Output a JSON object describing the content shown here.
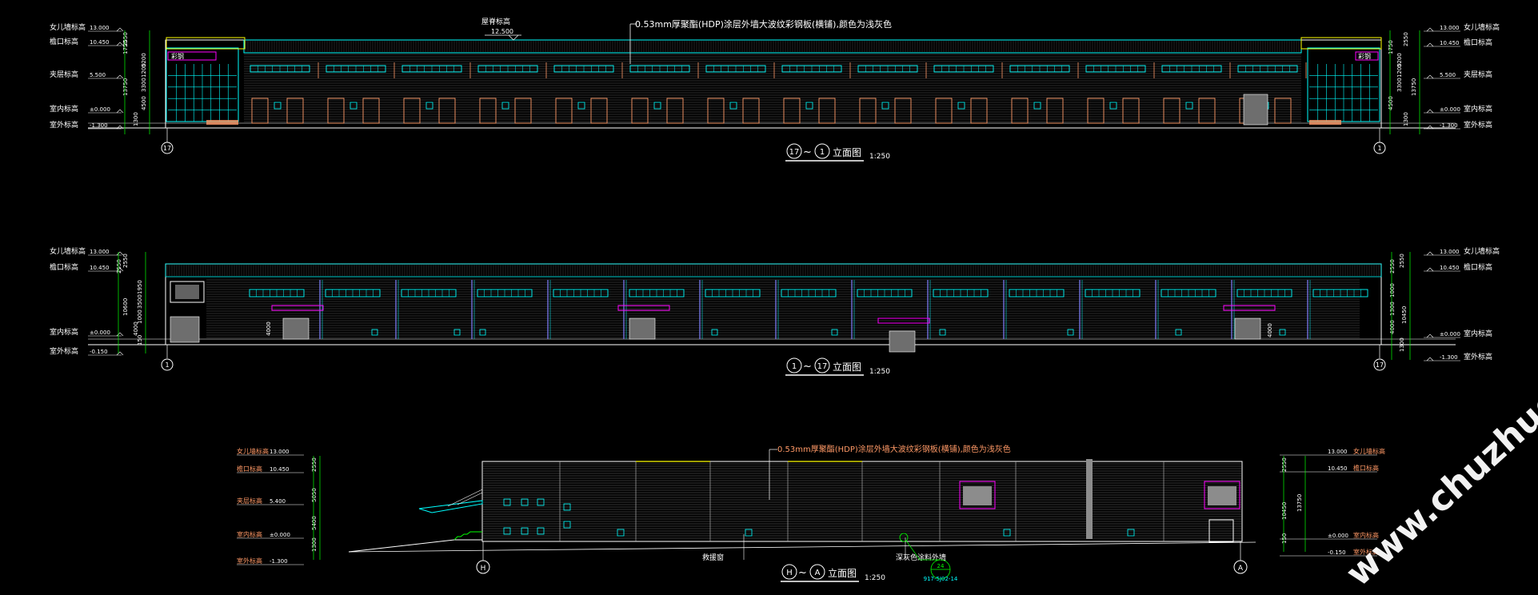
{
  "elevation_1": {
    "left_levels": [
      {
        "name": "女儿墙标高",
        "value": "13.000"
      },
      {
        "name": "檐口标高",
        "value": "10.450"
      },
      {
        "name": "夹层标高",
        "value": "5.500"
      },
      {
        "name": "室内标高",
        "value": "±0.000"
      },
      {
        "name": "室外标高",
        "value": "-1.300"
      }
    ],
    "right_levels": [
      {
        "name": "女儿墙标高",
        "value": "13.000"
      },
      {
        "name": "檐口标高",
        "value": "10.450"
      },
      {
        "name": "夹层标高",
        "value": "5.500"
      },
      {
        "name": "室内标高",
        "value": "±0.000"
      },
      {
        "name": "室外标高",
        "value": "-1.300"
      }
    ],
    "left_dims": [
      "2550",
      "1750",
      "5200",
      "1200",
      "3300",
      "4500",
      "1300",
      "13750"
    ],
    "right_dims": [
      "1750",
      "2550",
      "5200",
      "1200",
      "3300",
      "4500",
      "1300",
      "13750"
    ],
    "ridge_label": "屋脊标高",
    "ridge_value": "12.500",
    "note": "0.53mm厚聚酯(HDP)涂层外墙大波纹彩钢板(横铺),颜色为浅灰色",
    "axis_left": "17",
    "axis_right": "1",
    "title_from": "17",
    "title_to": "1",
    "title_suffix": "立面图",
    "scale": "1:250",
    "sign": "彩钢"
  },
  "elevation_2": {
    "left_levels": [
      {
        "name": "女儿墙标高",
        "value": "13.000"
      },
      {
        "name": "檐口标高",
        "value": "10.450"
      },
      {
        "name": "室内标高",
        "value": "±0.000"
      },
      {
        "name": "室外标高",
        "value": "-0.150"
      }
    ],
    "right_levels": [
      {
        "name": "女儿墙标高",
        "value": "13.000"
      },
      {
        "name": "檐口标高",
        "value": "10.450"
      },
      {
        "name": "室内标高",
        "value": "±0.000"
      },
      {
        "name": "室外标高",
        "value": "-1.300"
      }
    ],
    "left_dims": [
      "2550",
      "2550",
      "1950",
      "3500",
      "1000",
      "4000",
      "150",
      "10600"
    ],
    "right_dims": [
      "2550",
      "2550",
      "1000",
      "1300",
      "4000",
      "10450",
      "1300"
    ],
    "door_dim": "4000",
    "axis_left": "1",
    "axis_right": "17",
    "title_from": "1",
    "title_to": "17",
    "title_suffix": "立面图",
    "scale": "1:250"
  },
  "elevation_3": {
    "left_levels": [
      {
        "name": "女儿墙标高",
        "value": "13.000"
      },
      {
        "name": "檐口标高",
        "value": "10.450"
      },
      {
        "name": "夹层标高",
        "value": "5.400"
      },
      {
        "name": "室内标高",
        "value": "±0.000"
      },
      {
        "name": "室外标高",
        "value": "-1.300"
      }
    ],
    "right_levels": [
      {
        "value": "13.000",
        "name": "女儿墙标高"
      },
      {
        "value": "10.450",
        "name": "檐口标高"
      },
      {
        "value": "±0.000",
        "name": "室内标高"
      },
      {
        "value": "-0.150",
        "name": "室外标高"
      }
    ],
    "left_dims": [
      "2550",
      "5050",
      "5400",
      "1300"
    ],
    "right_dims": [
      "2550",
      "10450",
      "13750",
      "150"
    ],
    "note": "0.53mm厚聚酯(HDP)涂层外墙大波纹彩钢板(横铺),颜色为浅灰色",
    "label_window": "救援窗",
    "label_wall": "深灰色涂料外墙",
    "detail_top": "24",
    "detail_bottom": "917-5J02-14",
    "axis_left": "H",
    "axis_right": "A",
    "title_from": "H",
    "title_to": "A",
    "title_suffix": "立面图",
    "scale": "1:250"
  },
  "watermark": "www.chuzhuo.com",
  "colors": {
    "background": "#000000",
    "white": "#ffffff",
    "cyan": "#00ffff",
    "green": "#00ff00",
    "yellow": "#ffff00",
    "magenta": "#ff00ff",
    "orange": "#ff9966",
    "grey": "#8c8c8c"
  }
}
